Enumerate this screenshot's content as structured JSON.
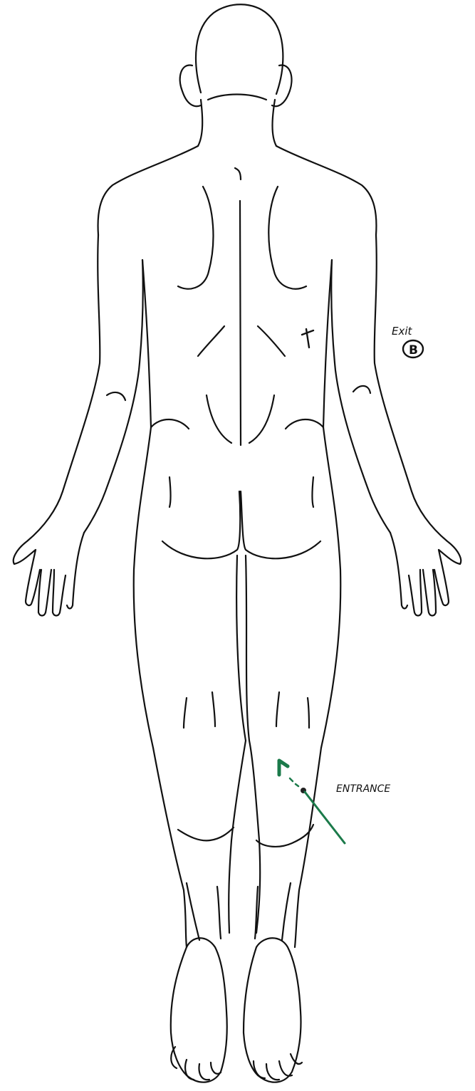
{
  "annotations": {
    "exit": {
      "label": "Exit",
      "marker": "B",
      "ink_color": "#111111"
    },
    "entrance": {
      "label": "ENTRANCE",
      "ink_color": "#1b7a4a",
      "trajectory_color": "#1b7a4a"
    }
  }
}
